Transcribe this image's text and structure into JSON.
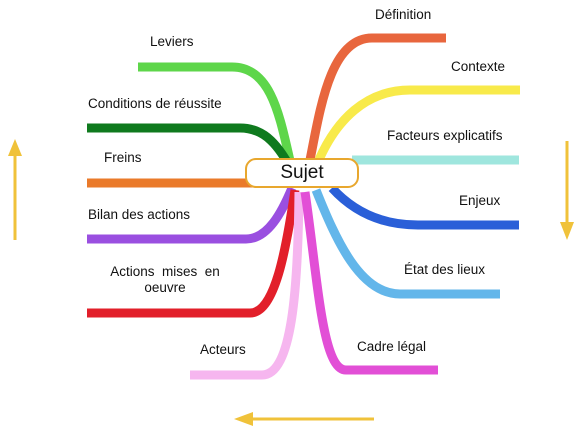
{
  "center": {
    "label": "Sujet"
  },
  "branches": [
    {
      "id": "leviers",
      "label": "Leviers",
      "color": "#5ed64a"
    },
    {
      "id": "conditions",
      "label": "Conditions de réussite",
      "color": "#0f7a1e"
    },
    {
      "id": "freins",
      "label": "Freins",
      "color": "#ea7a2a"
    },
    {
      "id": "bilan",
      "label": "Bilan des actions",
      "color": "#9a4fe0"
    },
    {
      "id": "actions",
      "label": "Actions  mises  en\noeuvre",
      "color": "#e21f2a"
    },
    {
      "id": "acteurs",
      "label": "Acteurs",
      "color": "#f6b6ef"
    },
    {
      "id": "definition",
      "label": "Définition",
      "color": "#e8663d"
    },
    {
      "id": "contexte",
      "label": "Contexte",
      "color": "#f8ea4a"
    },
    {
      "id": "facteurs",
      "label": "Facteurs explicatifs",
      "color": "#9fe6de"
    },
    {
      "id": "enjeux",
      "label": "Enjeux",
      "color": "#2a5fd8"
    },
    {
      "id": "etat",
      "label": "État des lieux",
      "color": "#63b6ea"
    },
    {
      "id": "cadre",
      "label": "Cadre légal",
      "color": "#e24fd6"
    }
  ],
  "arrows": [
    {
      "id": "left-up",
      "direction": "up",
      "color": "#f0c23a"
    },
    {
      "id": "right-down",
      "direction": "down",
      "color": "#f0c23a"
    },
    {
      "id": "bottom-left",
      "direction": "left",
      "color": "#f0c23a"
    }
  ]
}
